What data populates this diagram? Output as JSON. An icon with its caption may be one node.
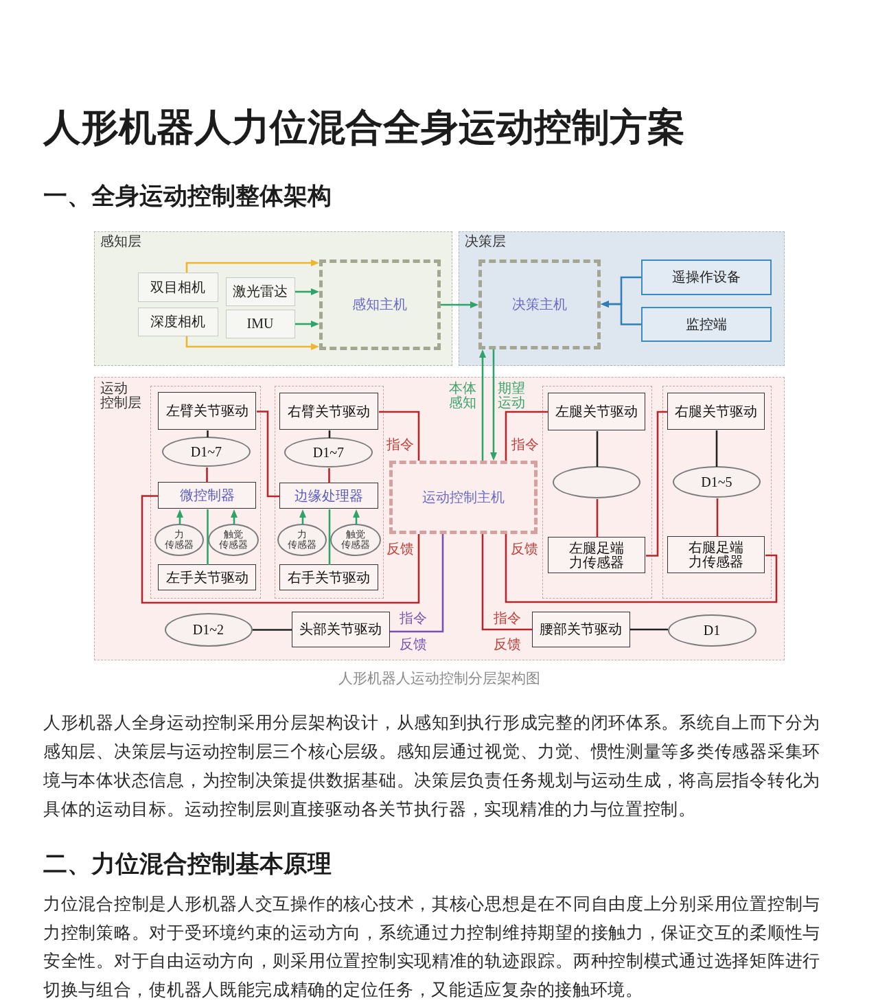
{
  "diagram": {
    "title": "人形机器人力位混合全身运动控制方案",
    "caption": "人形机器人运动控制分层架构图",
    "nodes": [
      {
        "text": [
          "感知层"
        ]
      },
      {
        "text": [
          "双目相机"
        ],
        "in": 0
      },
      {
        "text": [
          "深度相机"
        ],
        "in": 0
      },
      {
        "text": [
          "激光雷达"
        ],
        "in": 0
      },
      {
        "text": [
          "IMU"
        ],
        "in": 0
      },
      {
        "text": [
          "感知主机"
        ],
        "in": 0
      },
      {
        "text": [
          "决策层"
        ]
      },
      {
        "text": [
          "决策主机"
        ],
        "in": 6
      },
      {
        "text": [
          "遥操作设备"
        ],
        "in": 6
      },
      {
        "text": [
          "监控端"
        ],
        "in": 6
      },
      {
        "text": [
          "运动控制层"
        ]
      },
      {
        "text": [],
        "shape": "box",
        "in": 10
      },
      {
        "text": [
          "左臂关节驱动"
        ],
        "in": 11
      },
      {
        "text": [
          "D1~7"
        ],
        "in": 11
      },
      {
        "text": [
          "微控制器"
        ],
        "in": 11
      },
      {
        "text": [
          "力传感器"
        ],
        "in": 11
      },
      {
        "text": [
          "触觉传感器"
        ],
        "in": 11
      },
      {
        "text": [
          "左手关节驱动"
        ],
        "in": 11
      },
      {
        "text": [],
        "shape": "box",
        "in": 10
      },
      {
        "text": [
          "右臂关节驱动"
        ],
        "in": 18
      },
      {
        "text": [
          "D1~7"
        ],
        "in": 18
      },
      {
        "text": [
          "边缘处理器"
        ],
        "in": 18
      },
      {
        "text": [
          "力传感器"
        ],
        "in": 18
      },
      {
        "text": [
          "触觉传感器"
        ],
        "in": 18
      },
      {
        "text": [
          "右手关节驱动"
        ],
        "in": 18
      },
      {
        "text": [
          "运动控制主机"
        ],
        "in": 10
      },
      {
        "text": [],
        "shape": "box",
        "in": 10
      },
      {
        "text": [
          "左腿关节驱动"
        ],
        "in": 26
      },
      {
        "text": [],
        "shape": "ellipse",
        "in": 26
      },
      {
        "text": [
          "左腿足端力传感器"
        ],
        "in": 26
      },
      {
        "text": [],
        "shape": "box",
        "in": 10
      },
      {
        "text": [
          "右腿关节驱动"
        ],
        "in": 30
      },
      {
        "text": [
          "D1~5"
        ],
        "in": 30
      },
      {
        "text": [
          "右腿足端力传感器"
        ],
        "in": 30
      },
      {
        "text": [
          "D1~2"
        ],
        "in": 10
      },
      {
        "text": [
          "头部关节驱动"
        ],
        "in": 10
      },
      {
        "text": [
          "腰部关节驱动"
        ],
        "in": 10
      },
      {
        "text": [
          "D1"
        ],
        "in": 10
      }
    ],
    "edges": [
      {
        "from": 1,
        "to": 5,
        "arrow": "to",
        "color": "#f0b530"
      },
      {
        "from": 2,
        "to": 5,
        "arrow": "to",
        "color": "#f0b530"
      },
      {
        "from": 3,
        "to": 5,
        "arrow": "to",
        "color": "#2ea36a"
      },
      {
        "from": 4,
        "to": 5,
        "arrow": "to",
        "color": "#2ea36a"
      },
      {
        "from": 5,
        "to": 7,
        "arrow": "to",
        "color": "#2ea36a"
      },
      {
        "from": 8,
        "to": 7,
        "arrow": "to",
        "color": "#2f7fb5"
      },
      {
        "from": 9,
        "to": 7,
        "arrow": "to",
        "color": "#2f7fb5"
      },
      {
        "from": 25,
        "to": 7,
        "arrow": "to",
        "label": "本体感知",
        "color": "#2ea36a"
      },
      {
        "from": 7,
        "to": 25,
        "arrow": "to",
        "label": "期望运动",
        "color": "#2ea36a"
      },
      {
        "from": 12,
        "to": 13,
        "arrow": "none",
        "color": "#222222"
      },
      {
        "from": 13,
        "to": 14,
        "arrow": "none",
        "color": "#b3262b"
      },
      {
        "from": 15,
        "to": 14,
        "arrow": "to",
        "color": "#2ea36a"
      },
      {
        "from": 16,
        "to": 14,
        "arrow": "to",
        "color": "#2ea36a"
      },
      {
        "from": 17,
        "to": 14,
        "arrow": "none",
        "color": "#2ea36a"
      },
      {
        "from": 12,
        "to": 21,
        "arrow": "none",
        "color": "#b3262b"
      },
      {
        "from": 14,
        "to": 25,
        "arrow": "none",
        "label": "反馈",
        "color": "#b3262b"
      },
      {
        "from": 25,
        "to": 19,
        "arrow": "none",
        "label": "指令",
        "color": "#b3262b"
      },
      {
        "from": 19,
        "to": 20,
        "arrow": "none",
        "color": "#222222"
      },
      {
        "from": 20,
        "to": 21,
        "arrow": "none",
        "color": "#b3262b"
      },
      {
        "from": 22,
        "to": 21,
        "arrow": "to",
        "color": "#2ea36a"
      },
      {
        "from": 23,
        "to": 21,
        "arrow": "to",
        "color": "#2ea36a"
      },
      {
        "from": 24,
        "to": 21,
        "arrow": "none",
        "color": "#2ea36a"
      },
      {
        "from": 25,
        "to": 27,
        "arrow": "none",
        "label": "指令",
        "color": "#b3262b"
      },
      {
        "from": 27,
        "to": 28,
        "arrow": "none",
        "color": "#222222"
      },
      {
        "from": 28,
        "to": 29,
        "arrow": "none",
        "color": "#b3262b"
      },
      {
        "from": 29,
        "to": 31,
        "arrow": "none",
        "color": "#b3262b"
      },
      {
        "from": 31,
        "to": 32,
        "arrow": "none",
        "color": "#222222"
      },
      {
        "from": 32,
        "to": 33,
        "arrow": "none",
        "color": "#b3262b"
      },
      {
        "from": 33,
        "to": 25,
        "arrow": "none",
        "label": "反馈",
        "color": "#b3262b"
      },
      {
        "from": 25,
        "to": 36,
        "arrow": "none",
        "label": "指令",
        "color": "#b3262b"
      },
      {
        "from": 36,
        "to": 37,
        "arrow": "none",
        "color": "#222222"
      },
      {
        "from": 25,
        "to": 35,
        "arrow": "none",
        "label": "指令",
        "color": "#7a4fb0"
      },
      {
        "from": 34,
        "to": 35,
        "arrow": "none",
        "color": "#222222"
      }
    ],
    "labels": [
      "一、全身运动控制整体架构",
      "反馈",
      "反馈",
      "人形机器人全身运动控制采用分层架构设计，从感知到执行形成完整的闭环体系。系统自上而下分为感知层、决策层与运动控制层三个核心层级。感知层通过视觉、力觉、惯性测量等多类传感器采集环境与本体状态信息，为控制决策提供数据基础。决策层负责任务规划与运动生成，将高层指令转化为具体的运动目标。运动控制层则直接驱动各关节执行器，实现精准的力与位置控制。",
      "二、力位混合控制基本原理",
      "力位混合控制是人形机器人交互操作的核心技术，其核心思想是在不同自由度上分别采用位置控制与力控制策略。对于受环境约束的运动方向，系统通过力控制维持期望的接触力，保证交互的柔顺性与安全性。对于自由运动方向，则采用位置控制实现精准的轨迹跟踪。两种控制模式通过选择矩阵进行切换与组合，使机器人既能完成精确的定位任务，又能适应复杂的接触环境。"
    ]
  }
}
